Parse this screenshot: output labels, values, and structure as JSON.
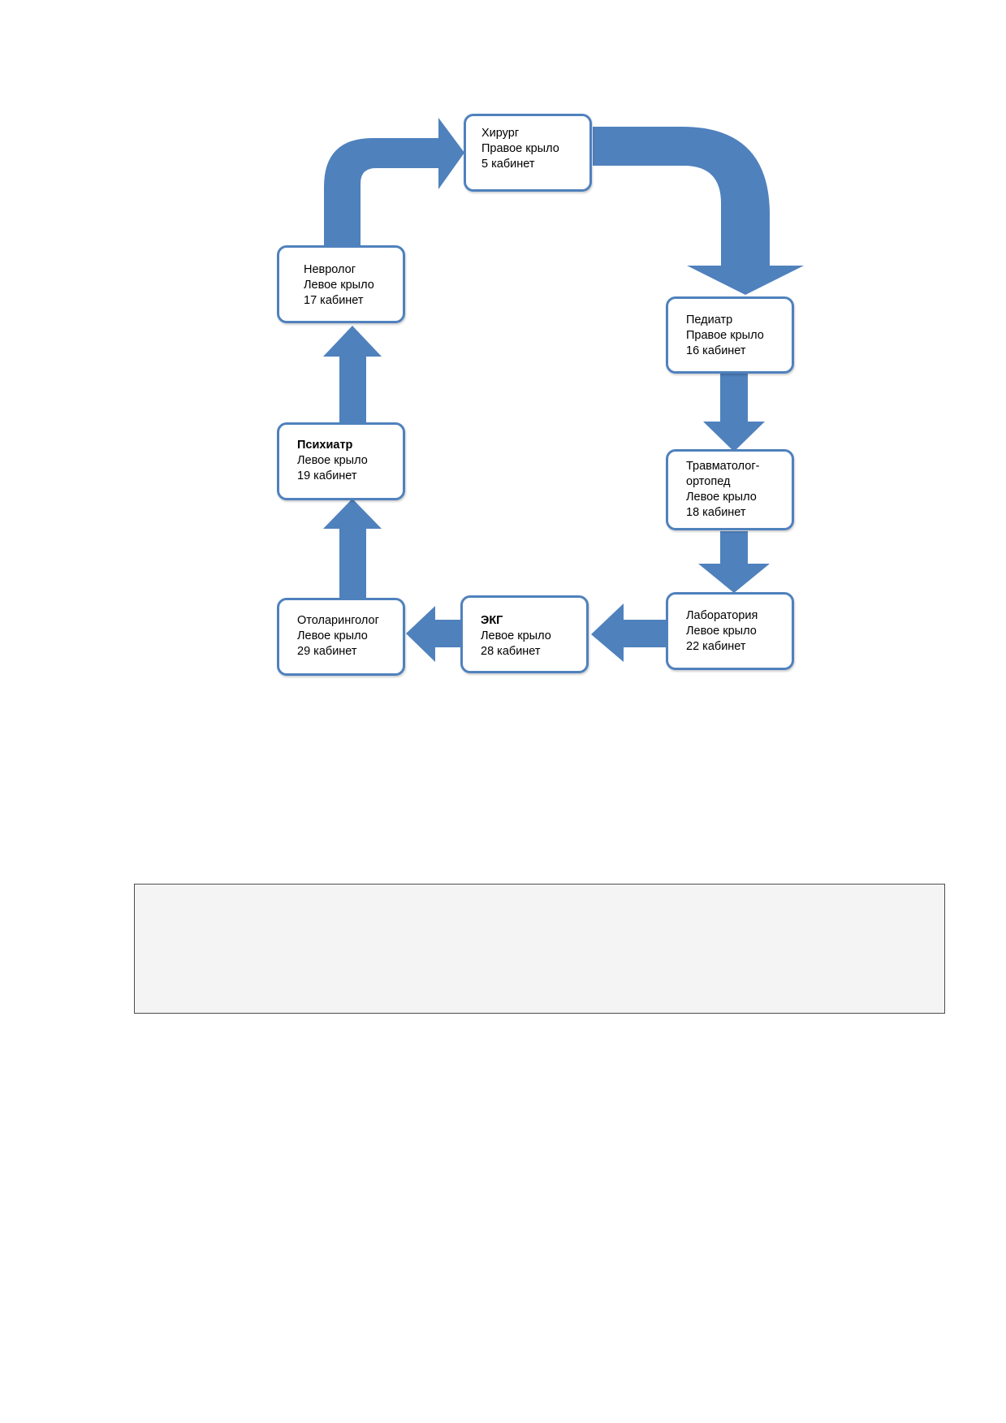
{
  "colors": {
    "arrow": "#4f81bd",
    "node_border": "#4f81bd",
    "node_fill": "#ffffff",
    "note_fill": "#f4f4f4"
  },
  "nodes": {
    "surgeon": {
      "title": "Хирург",
      "wing": "Правое крыло",
      "room": "5 кабинет"
    },
    "pediatrician": {
      "title": "Педиатр",
      "wing": "Правое крыло",
      "room": "16 кабинет"
    },
    "traumatologist": {
      "title": "Травматолог-",
      "title2": "ортопед",
      "wing": "Левое крыло",
      "room": "18 кабинет"
    },
    "laboratory": {
      "title": "Лаборатория",
      "wing": "Левое крыло",
      "room": "22 кабинет"
    },
    "ecg": {
      "title": "ЭКГ",
      "wing": "Левое крыло",
      "room": "28 кабинет"
    },
    "otolaryngologist": {
      "title": "Отоларинголог",
      "wing": "Левое крыло",
      "room": "29 кабинет"
    },
    "psychiatrist": {
      "title": "Психиатр",
      "wing": "Левое крыло",
      "room": "19 кабинет"
    },
    "neurologist": {
      "title": "Невролог",
      "wing": "Левое крыло",
      "room": "17 кабинет"
    }
  },
  "route_order": [
    "surgeon",
    "pediatrician",
    "traumatologist",
    "laboratory",
    "ecg",
    "otolaryngologist",
    "psychiatrist",
    "neurologist"
  ]
}
